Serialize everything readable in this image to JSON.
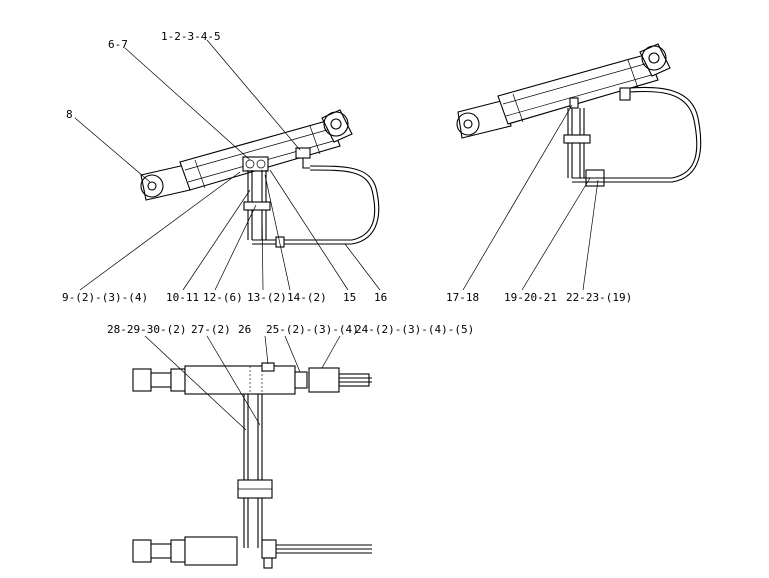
{
  "labels": {
    "l_1_2_3_4_5": "1-2-3-4-5",
    "l_6_7": "6-7",
    "l_8": "8",
    "l_9": "9-(2)-(3)-(4)",
    "l_10_11": "10-11",
    "l_12": "12-(6)",
    "l_13": "13-(2)",
    "l_14": "14-(2)",
    "l_15": "15",
    "l_16": "16",
    "l_17_18": "17-18",
    "l_19_20_21": "19-20-21",
    "l_22_23": "22-23-(19)",
    "l_28_29_30": "28-29-30-(2)",
    "l_27": "27-(2)",
    "l_26": "26",
    "l_25": "25-(2)-(3)-(4)",
    "l_24": "24-(2)-(3)-(4)-(5)"
  }
}
